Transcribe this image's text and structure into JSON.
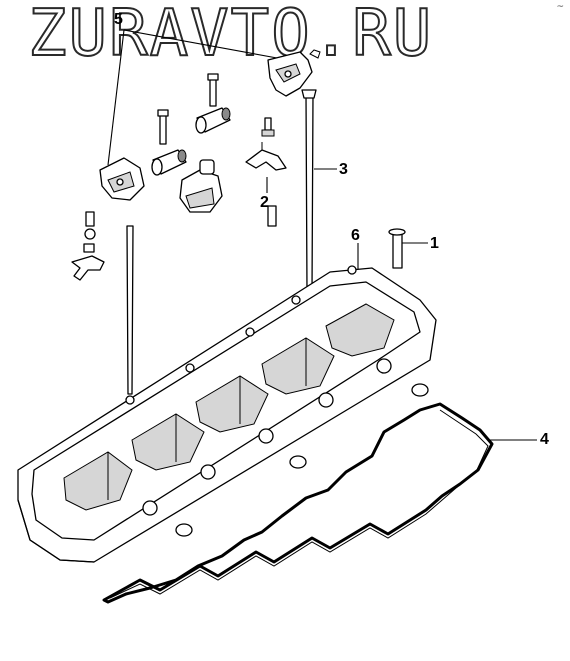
{
  "watermark": {
    "text": "ZURAVTO.RU",
    "corner_mark": "~"
  },
  "callouts": [
    {
      "id": "1",
      "label": "1"
    },
    {
      "id": "2",
      "label": "2"
    },
    {
      "id": "3",
      "label": "3"
    },
    {
      "id": "4",
      "label": "4"
    },
    {
      "id": "5",
      "label": "5"
    },
    {
      "id": "6",
      "label": "6"
    }
  ]
}
